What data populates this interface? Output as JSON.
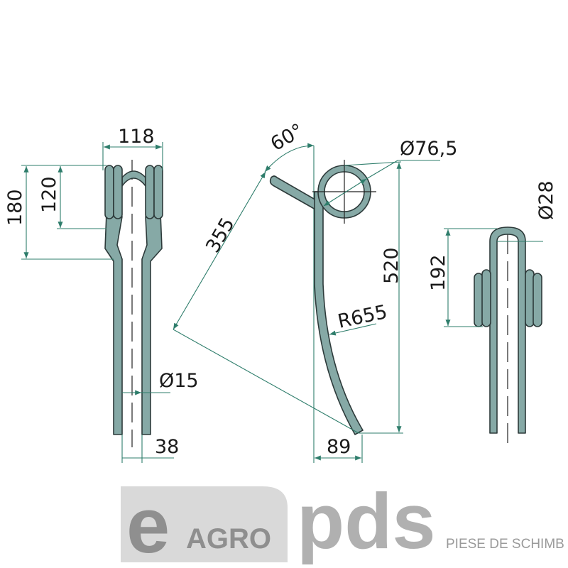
{
  "watermark": {
    "brand_e": "e",
    "brand_agro": "AGRO",
    "brand_pds": "pds",
    "tagline": "PIESE DE SCHIMB"
  },
  "colors": {
    "part_fill": "#86a9a6",
    "outline": "#2d3a3a",
    "dimension": "#2e7d6b"
  },
  "front_view": {
    "width": "118",
    "height_total": "180",
    "coil_height": "120",
    "wire_diameter": "Ø15",
    "leg_spacing": "38"
  },
  "side_view": {
    "angle": "60°",
    "arm_length": "355",
    "coil_diameter": "Ø76,5",
    "total_height": "520",
    "radius": "R655",
    "offset": "89"
  },
  "rear_view": {
    "loop_diameter": "Ø28",
    "height": "192"
  }
}
